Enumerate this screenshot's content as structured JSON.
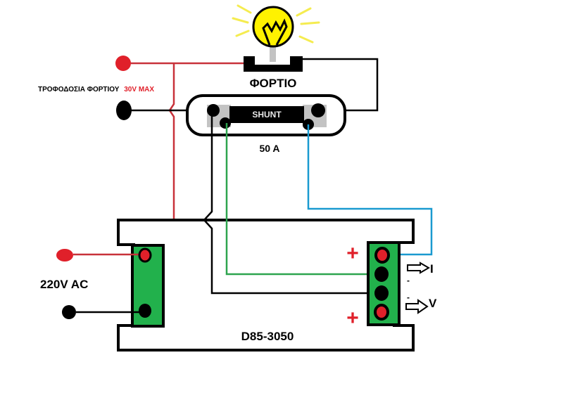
{
  "labels": {
    "load_supply_prefix": "ΤΡΟΦΟΔΟΣΙΑ ΦΟΡΤΙΟΥ",
    "load_supply_max": "30V MAX",
    "load": "ΦΟΡΤΙΟ",
    "shunt": "SHUNT",
    "shunt_rating": "50 A",
    "mains": "220V AC",
    "module": "D85-3050",
    "current_out": "I",
    "voltage_out": "V",
    "plus_top": "+",
    "plus_bottom": "+",
    "minus_top": "-",
    "minus_bottom": "-"
  },
  "colors": {
    "red": "#e0202a",
    "wire_red": "#c8323a",
    "black": "#000000",
    "green_terminal": "#22b14c",
    "wire_green": "#2da44e",
    "wire_blue": "#1a9ad0",
    "bulb_yellow": "#fff200",
    "ray_yellow": "#f5ec50",
    "shunt_gray": "#c3c3c3"
  }
}
